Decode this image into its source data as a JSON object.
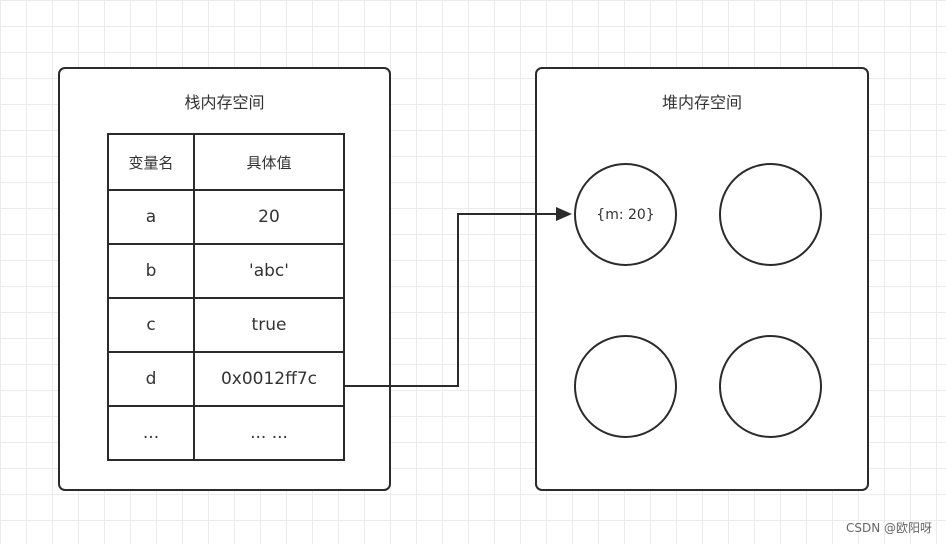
{
  "stack": {
    "title": "栈内存空间",
    "headers": [
      "变量名",
      "具体值"
    ],
    "rows": [
      [
        "a",
        "20"
      ],
      [
        "b",
        "'abc'"
      ],
      [
        "c",
        "true"
      ],
      [
        "d",
        "0x0012ff7c"
      ],
      [
        "...",
        "... ..."
      ]
    ]
  },
  "heap": {
    "title": "堆内存空间",
    "objects": [
      "{m: 20}",
      "",
      "",
      ""
    ]
  },
  "reference": {
    "from": "d",
    "to": "{m: 20}"
  },
  "watermark": "CSDN @欧阳呀"
}
